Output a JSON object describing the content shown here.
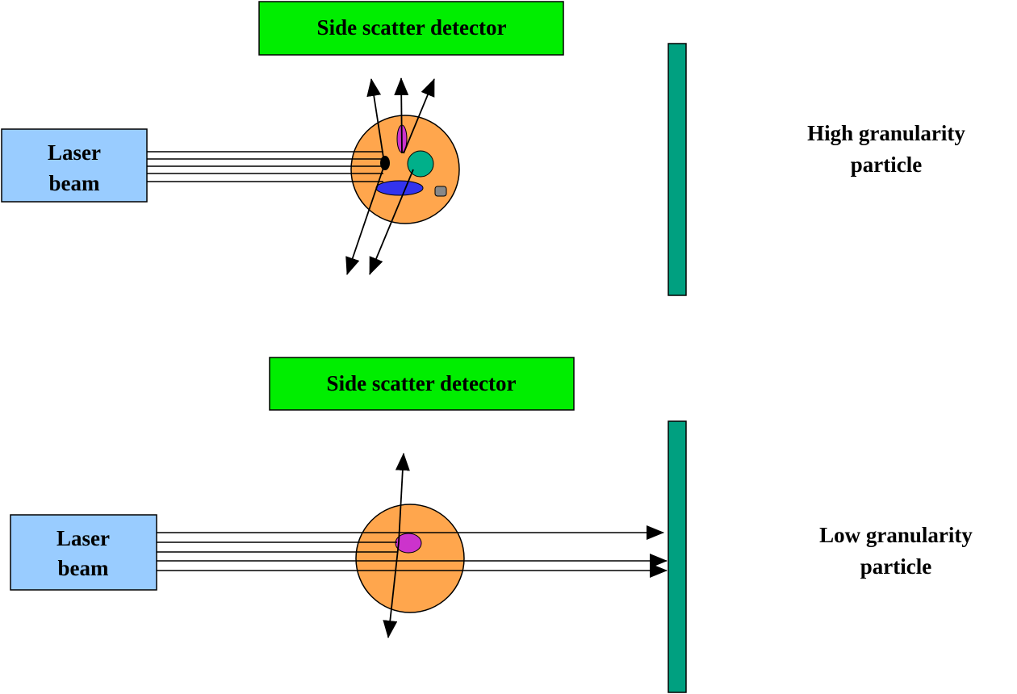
{
  "panels": [
    {
      "id": "high",
      "detector_label": "Side scatter detector",
      "source_label_line1": "Laser",
      "source_label_line2": "beam",
      "particle_label_line1": "High granularity",
      "particle_label_line2": "particle"
    },
    {
      "id": "low",
      "detector_label": "Side scatter detector",
      "source_label_line1": "Laser",
      "source_label_line2": "beam",
      "particle_label_line1": "Low granularity",
      "particle_label_line2": "particle"
    }
  ],
  "colors": {
    "detector_fill": "#00ee00",
    "source_fill": "#99ccff",
    "particle_fill": "#ffa64d",
    "forward_detector_fill": "#00a080",
    "granule_magenta": "#cc33cc",
    "granule_teal": "#00b08a",
    "granule_blue": "#3333ee",
    "granule_black": "#000000",
    "granule_gray": "#888888"
  }
}
